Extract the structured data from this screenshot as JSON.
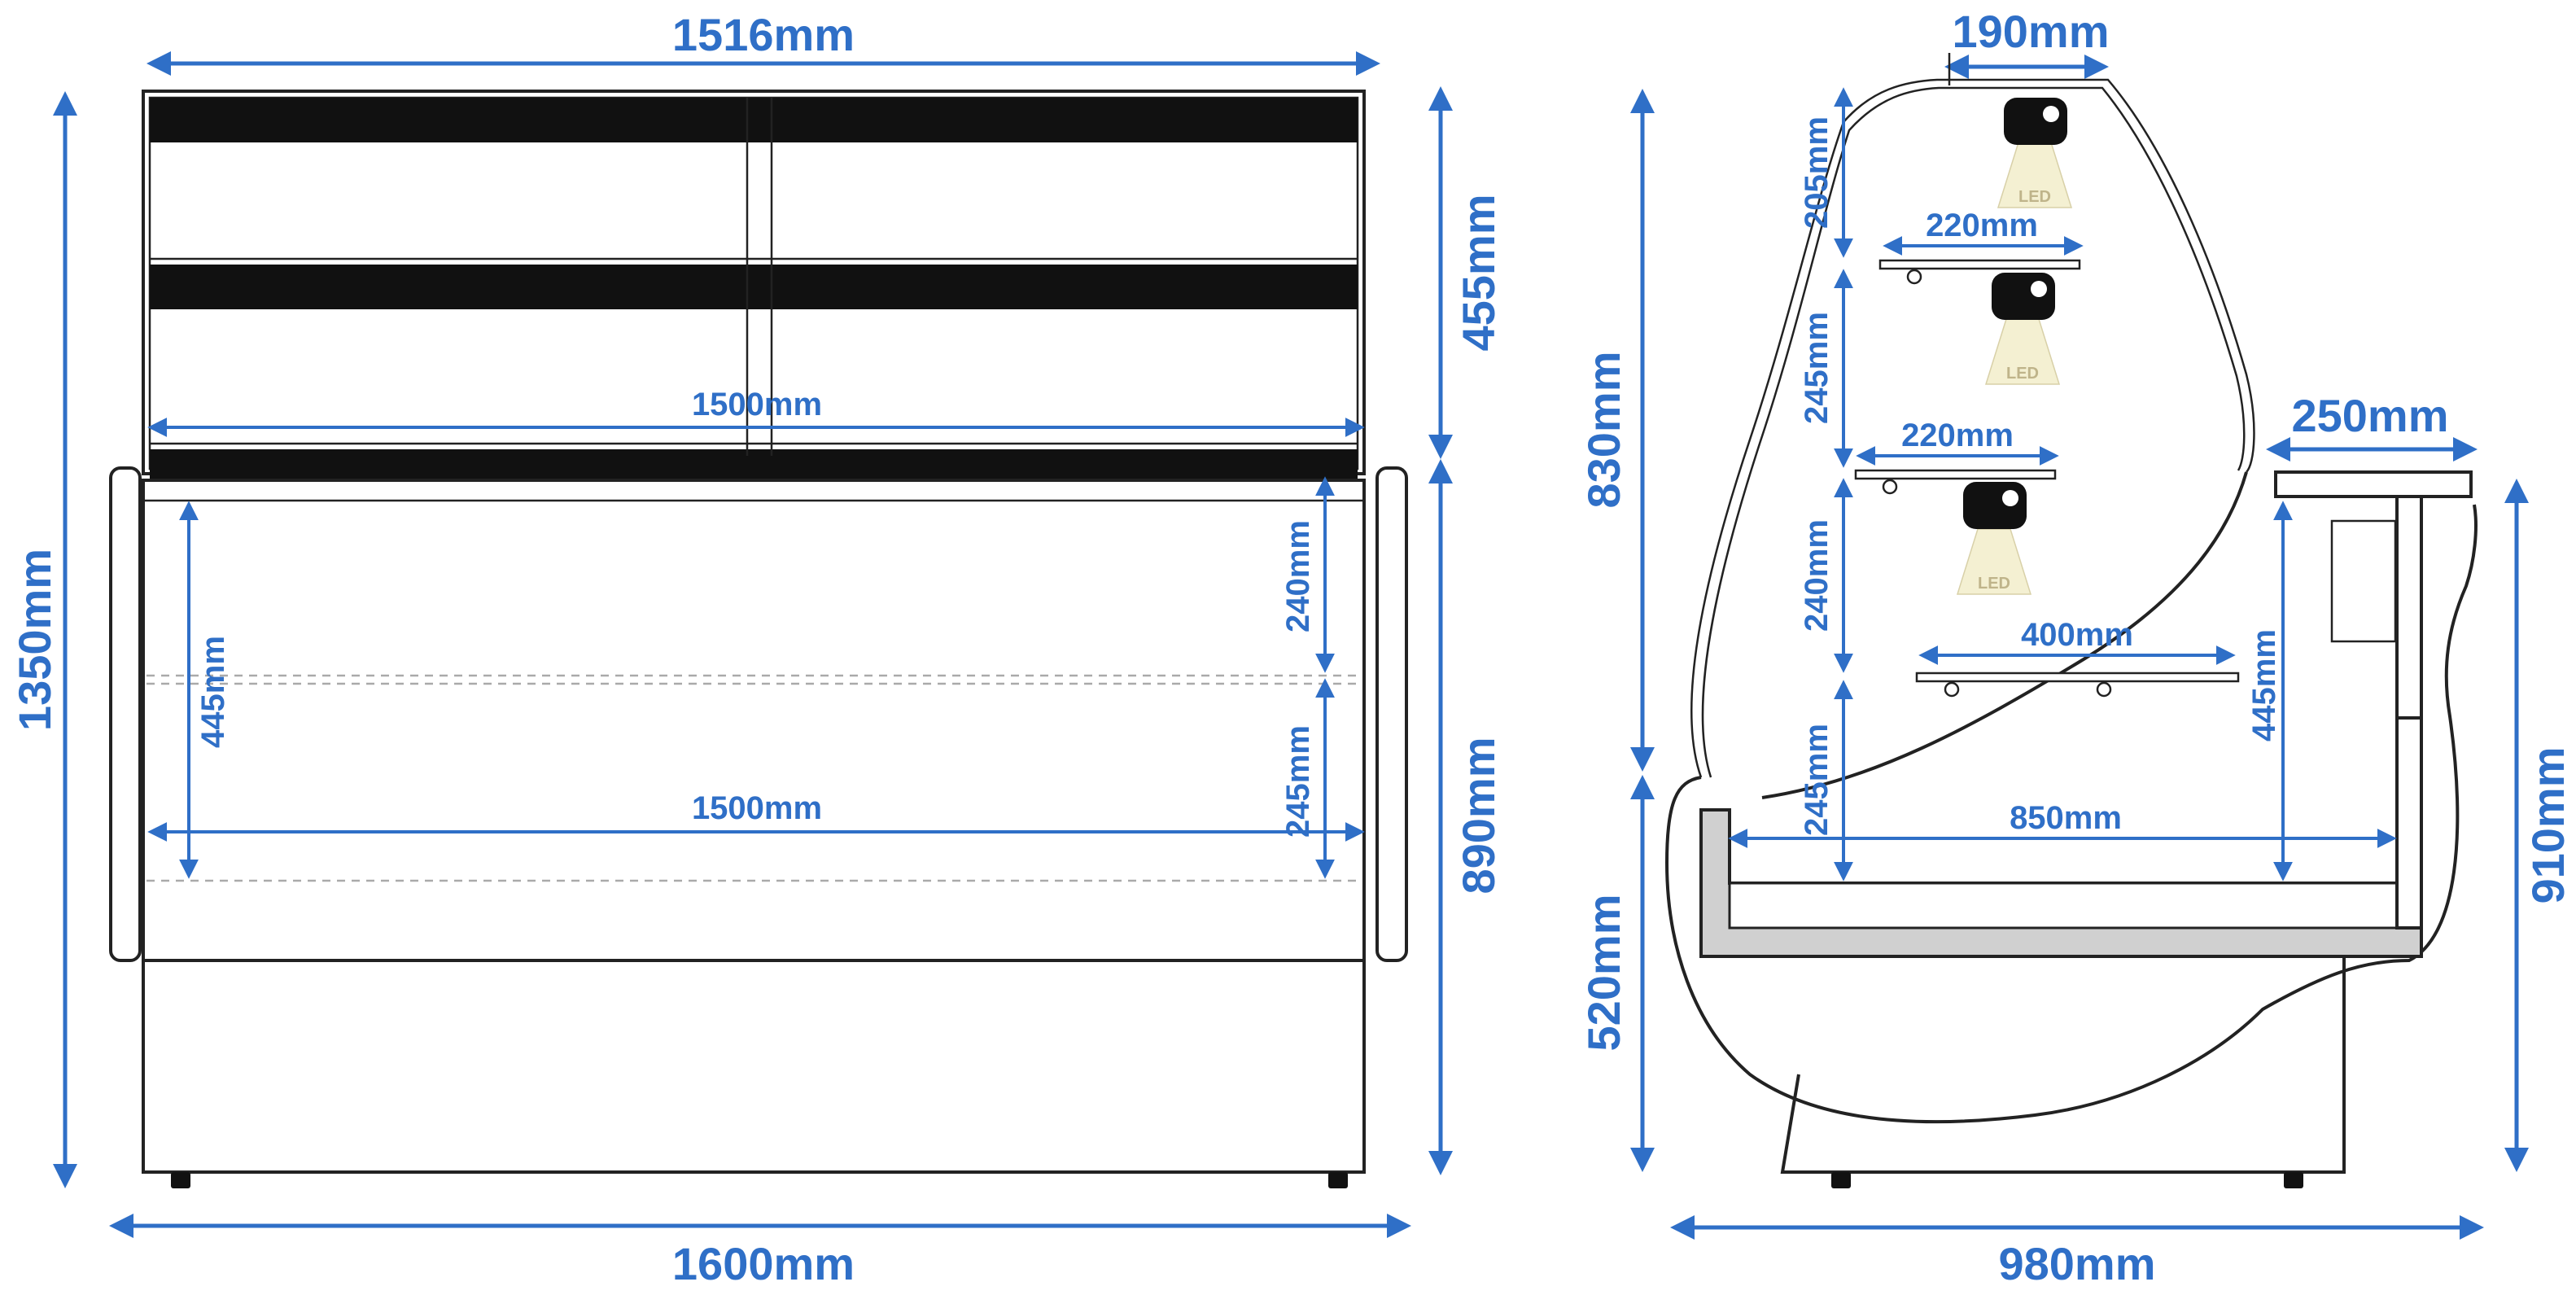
{
  "colors": {
    "dimension": "#2f6fc7",
    "outline": "#222222",
    "shelf_fill": "#111111",
    "base_fill": "#d0d0d0",
    "led_beam": "#f4f0d2"
  },
  "front_view": {
    "width_top": "1516mm",
    "width_bottom": "1600mm",
    "height_total": "1350mm",
    "height_upper": "455mm",
    "height_lower": "890mm",
    "shelf_width": "1500mm",
    "base_width": "1500mm",
    "gap_top": "240mm",
    "gap_bottom": "245mm",
    "tray_depth": "445mm"
  },
  "side_view": {
    "top_width": "190mm",
    "depth_total": "980mm",
    "height_upper": "830mm",
    "height_lower": "520mm",
    "height_rear": "910mm",
    "counter_width": "250mm",
    "shelf1_depth": "220mm",
    "shelf2_depth": "220mm",
    "shelf3_depth": "400mm",
    "base_depth": "850mm",
    "gap1": "205mm",
    "gap2": "245mm",
    "gap3": "240mm",
    "gap4": "245mm",
    "tray_height": "445mm",
    "led_label": "LED"
  }
}
